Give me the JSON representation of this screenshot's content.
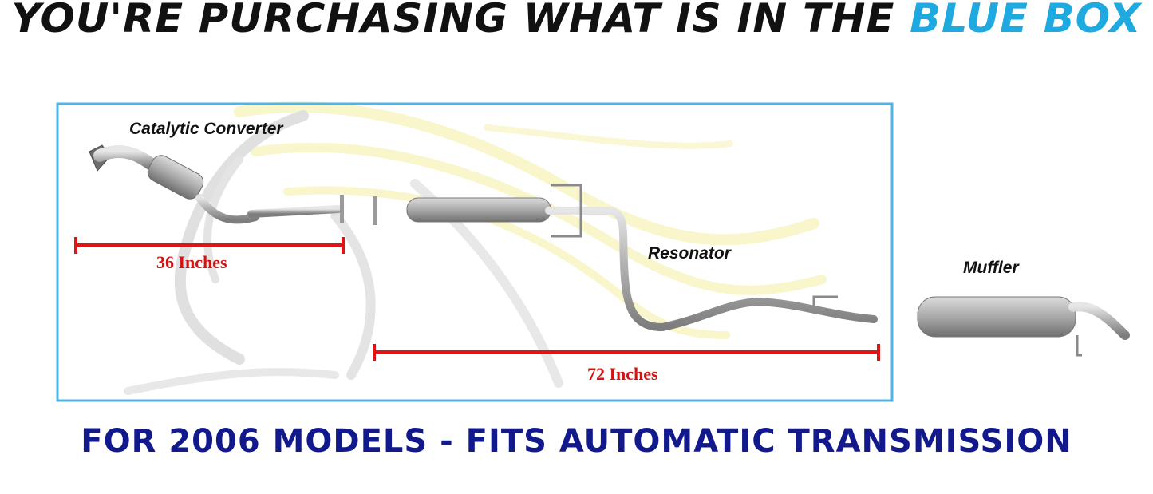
{
  "header": {
    "title_prefix": "YOU'RE PURCHASING WHAT IS IN THE ",
    "title_highlight": "BLUE BOX"
  },
  "diagram": {
    "parts": {
      "catalytic_converter": "Catalytic Converter",
      "resonator": "Resonator",
      "muffler": "Muffler"
    },
    "measurements": {
      "front_pipe": "36 Inches",
      "rear_section": "72 Inches"
    },
    "colors": {
      "box_border": "#4fb4e6",
      "dimension_line": "#e01414",
      "highlight": "#1ea9e1",
      "footer_text": "#12198c"
    }
  },
  "footer": {
    "text": "FOR 2006 MODELS - FITS AUTOMATIC TRANSMISSION"
  }
}
